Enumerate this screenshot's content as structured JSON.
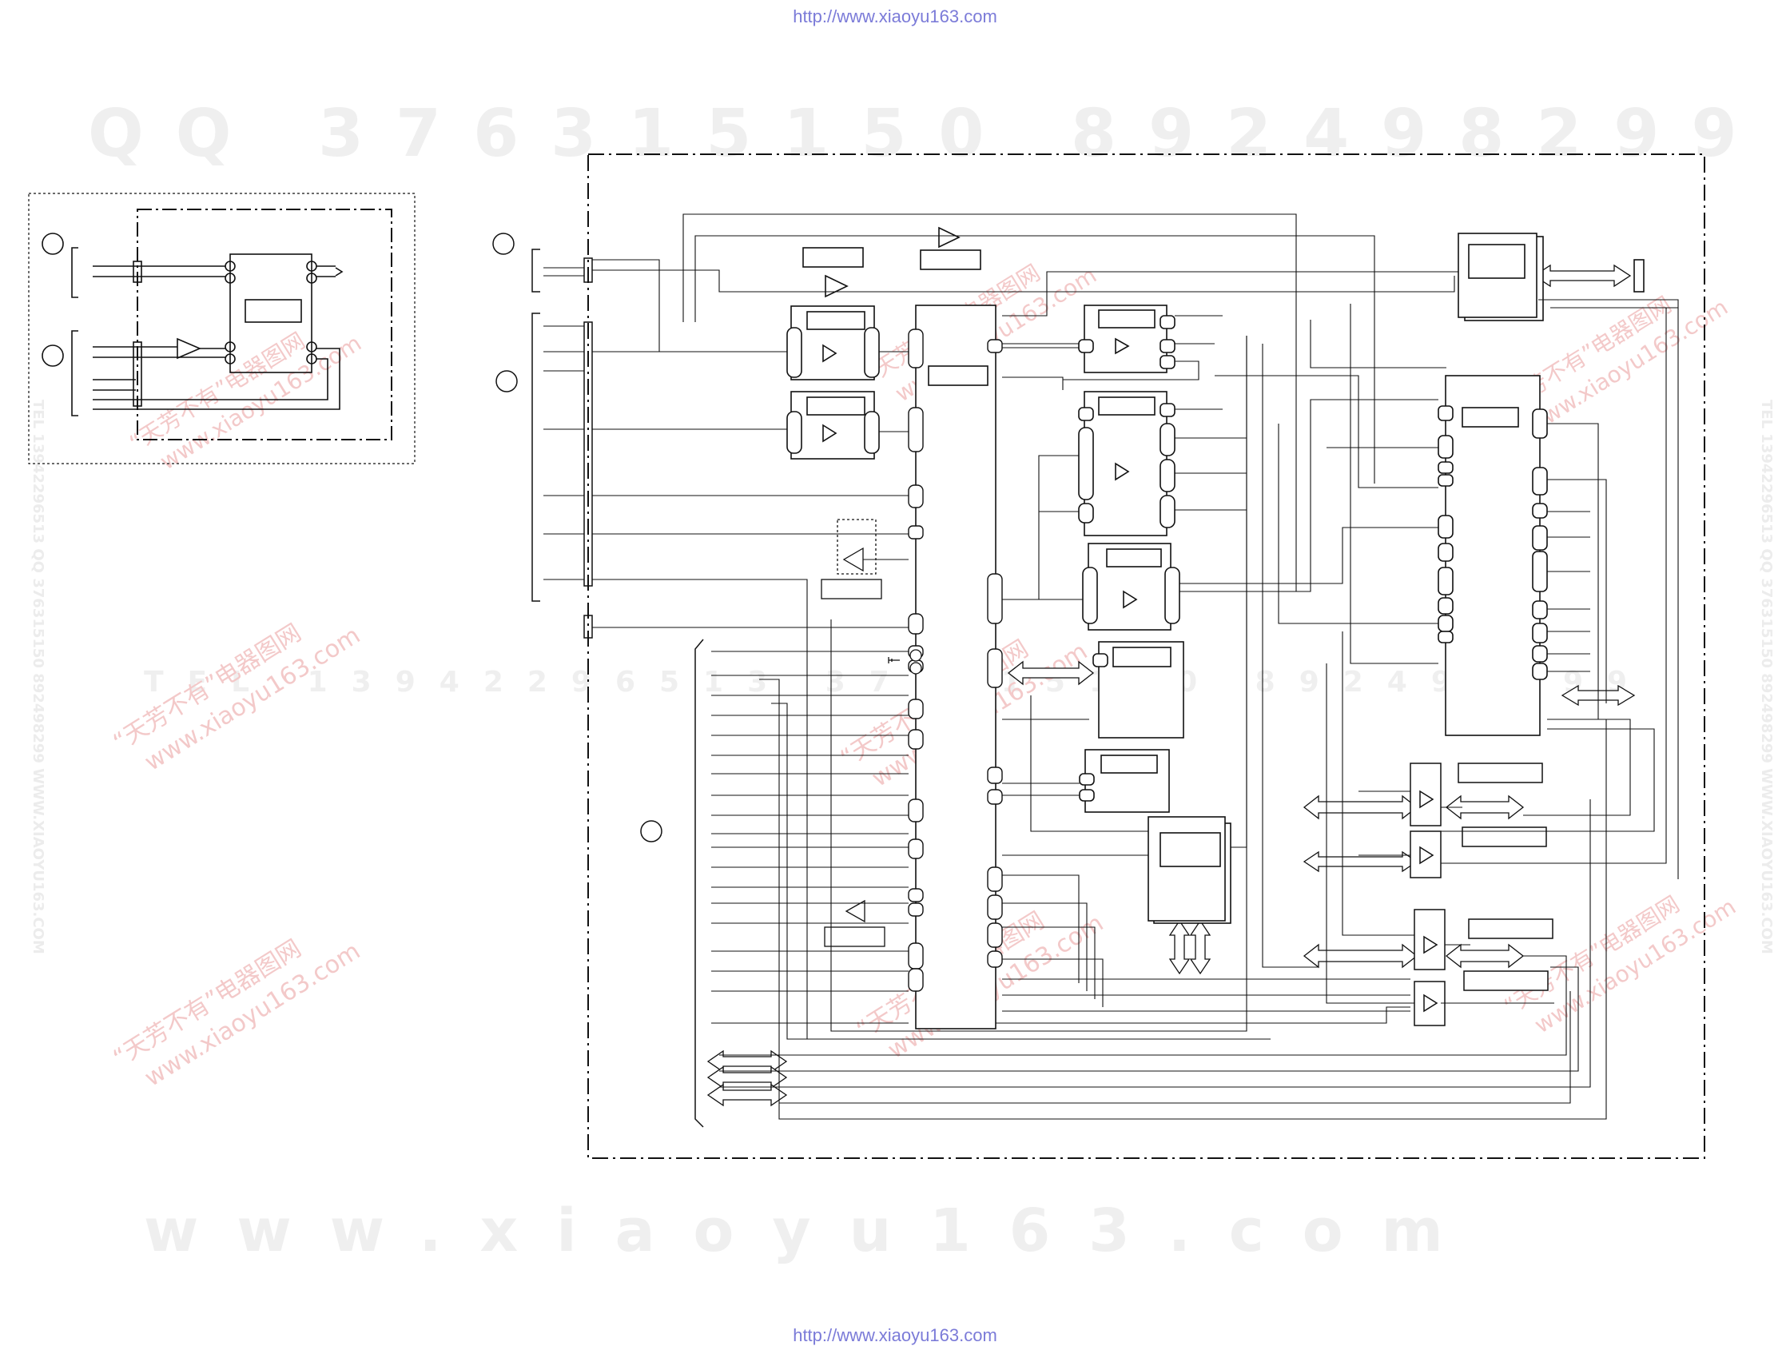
{
  "header": {
    "url": "http://www.xiaoyu163.com"
  },
  "footer": {
    "url": "http://www.xiaoyu163.com"
  },
  "watermarks": {
    "top_qq": "QQ 376315150   892498299",
    "tel": "TEL 13942296513   376315150   892498299",
    "bottom_site": "www.xiaoyu163.com",
    "side_text": "TEL 13942296513 QQ 376315150 892498299 WWW.XIAOYU163.COM",
    "logo_brand_a": "“天芳不有”",
    "logo_brand_b": "电器图网",
    "logo_site": "www.xiaoyu163.com"
  },
  "colors": {
    "line": "#111111",
    "url": "#7b7bd8",
    "watermark_gray": "#efefef",
    "watermark_red": "#f3c9c9"
  }
}
